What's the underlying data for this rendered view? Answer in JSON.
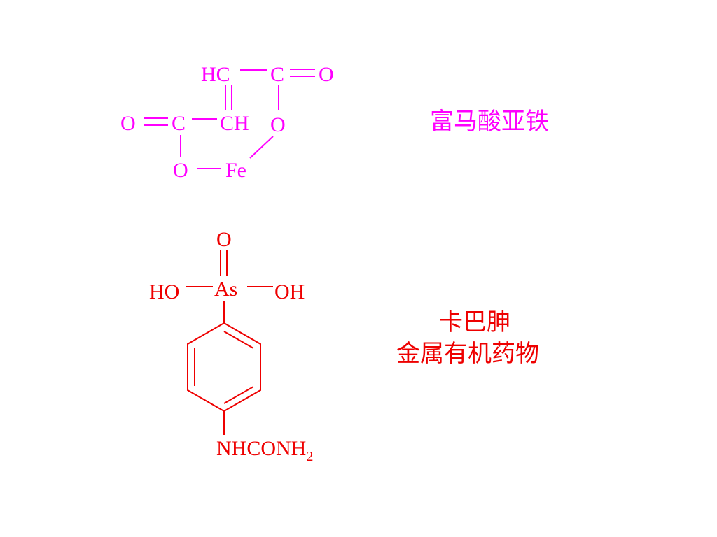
{
  "colors": {
    "fumarate": "#ff00ff",
    "carbarsone": "#ee0000"
  },
  "fumarate": {
    "atoms": {
      "hc": "HC",
      "c_top": "C",
      "o_top": "O",
      "o_left": "O",
      "c_left": "C",
      "ch": "CH",
      "o_ring": "O",
      "o_bottom": "O",
      "fe": "Fe"
    },
    "label": "富马酸亚铁"
  },
  "carbarsone": {
    "atoms": {
      "o_top": "O",
      "ho": "HO",
      "as": "As",
      "oh": "OH",
      "nhconh": "NHCONH",
      "sub2": "2"
    },
    "label_line1": "卡巴胂",
    "label_line2": "金属有机药物"
  }
}
